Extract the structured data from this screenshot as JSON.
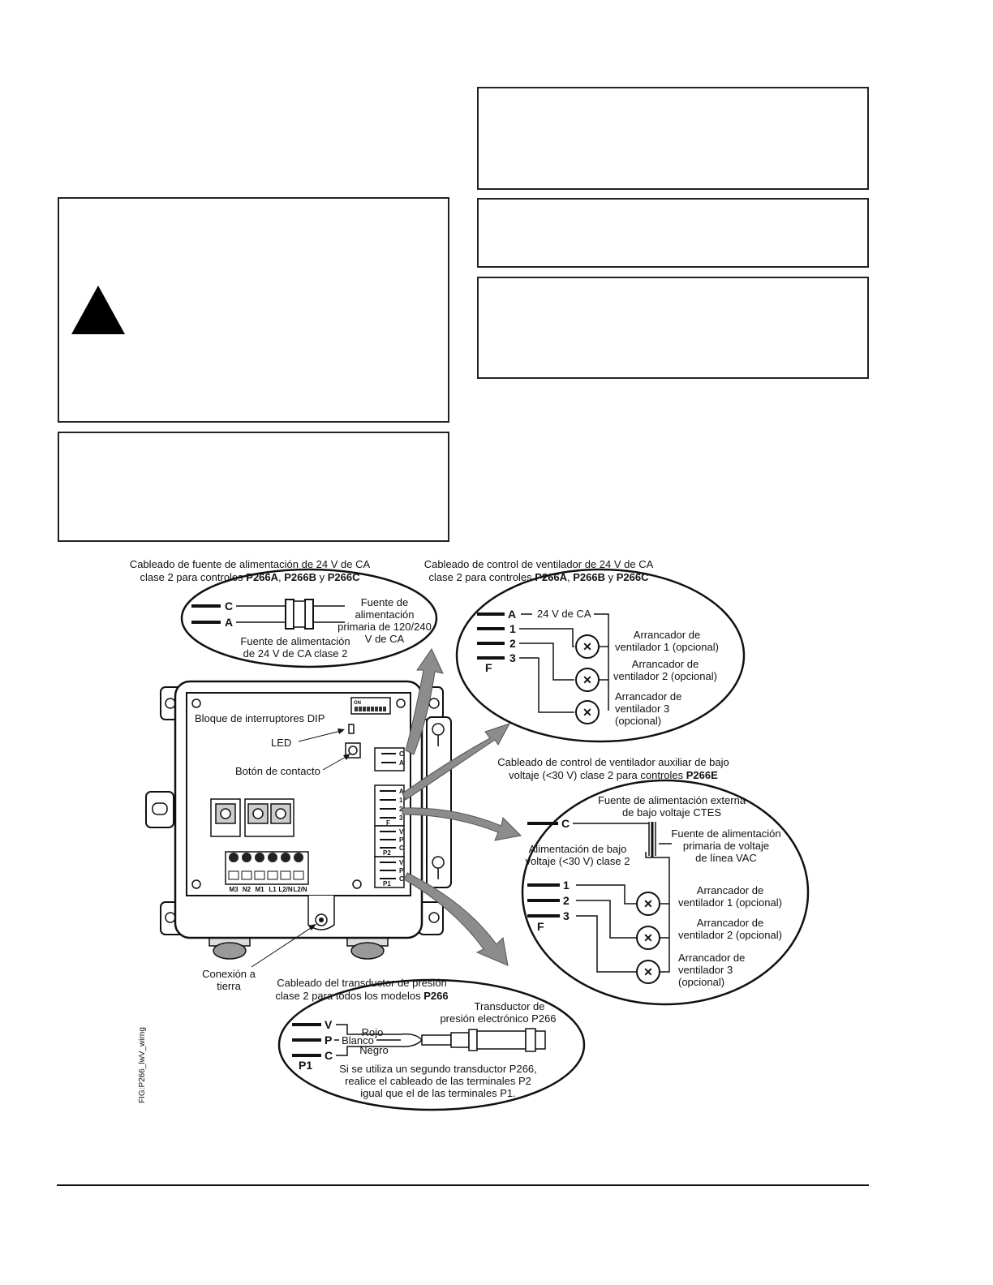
{
  "diagram": {
    "power": {
      "title1": "Cableado de fuente de alimentación de 24 V de CA",
      "title2a": "clase 2 para controles ",
      "m1": "P266A",
      "sep1": ", ",
      "m2": "P266B",
      "sep2": " y ",
      "m3": "P266C",
      "term_c": "C",
      "term_a": "A",
      "primary": [
        "Fuente de",
        "alimentación",
        "primaria de 120/240",
        "V de CA"
      ],
      "secondary": [
        "Fuente de alimentación",
        "de 24 V de CA clase 2"
      ]
    },
    "fan": {
      "title1": "Cableado de control de ventilador de 24 V de CA",
      "title2a": "clase 2 para controles ",
      "m1": "P266A",
      "sep1": ", ",
      "m2": "P266B",
      "sep2": " y ",
      "m3": "P266C",
      "terms": [
        "A",
        "1",
        "2",
        "3"
      ],
      "f": "F",
      "vac": "24 V de CA",
      "starter1": [
        "Arrancador de",
        "ventilador 1 (opcional)"
      ],
      "starter2": [
        "Arrancador de",
        "ventilador 2 (opcional)"
      ],
      "starter3": [
        "Arrancador de",
        "ventilador 3",
        "(opcional)"
      ]
    },
    "aux": {
      "title1": "Cableado de control de ventilador auxiliar de bajo",
      "title2a": "voltaje (<30 V) clase 2 para controles ",
      "model": "P266E",
      "ext": [
        "Fuente de alimentación externa",
        "de bajo voltaje CTES"
      ],
      "term_c": "C",
      "primary": [
        "Fuente de alimentación",
        "primaria de voltaje",
        "de línea VAC"
      ],
      "low": [
        "Alimentación de bajo",
        "voltaje (<30 V) clase 2"
      ],
      "terms": [
        "1",
        "2",
        "3"
      ],
      "f": "F",
      "starter1": [
        "Arrancador de",
        "ventilador 1 (opcional)"
      ],
      "starter2": [
        "Arrancador de",
        "ventilador 2 (opcional)"
      ],
      "starter3": [
        "Arrancador de",
        "ventilador 3",
        "(opcional)"
      ]
    },
    "transducer": {
      "title1": "Cableado del transductor de presión",
      "title2a": "clase 2 para todos los modelos ",
      "model": "P266",
      "device": [
        "Transductor de",
        "presión electrónico P266"
      ],
      "terms": [
        "V",
        "P",
        "C"
      ],
      "group": "P1",
      "wires": [
        "Rojo",
        "Blanco",
        "Negro"
      ],
      "note": [
        "Si se utiliza un segundo transductor P266,",
        "realice el cableado de las terminales P2",
        "igual que el de las terminales P1."
      ]
    },
    "enclosure": {
      "dip": "Bloque de interruptores DIP",
      "led": "LED",
      "button": "Botón de contacto",
      "ground": [
        "Conexión a",
        "tierra"
      ],
      "dip_on": "ON",
      "terminals_ca": [
        "C",
        "A"
      ],
      "terminals_fan": [
        "A",
        "1",
        "2",
        "3",
        "F"
      ],
      "terminals_p2": [
        "V",
        "P",
        "C",
        "P2"
      ],
      "terminals_p1": [
        "V",
        "P",
        "C",
        "P1"
      ],
      "bottom_terms": [
        "M3",
        "N2",
        "M1",
        "L1",
        "L2/N",
        "L2/N"
      ]
    },
    "fig_id": "FIG:P266_lwV_wirng"
  }
}
